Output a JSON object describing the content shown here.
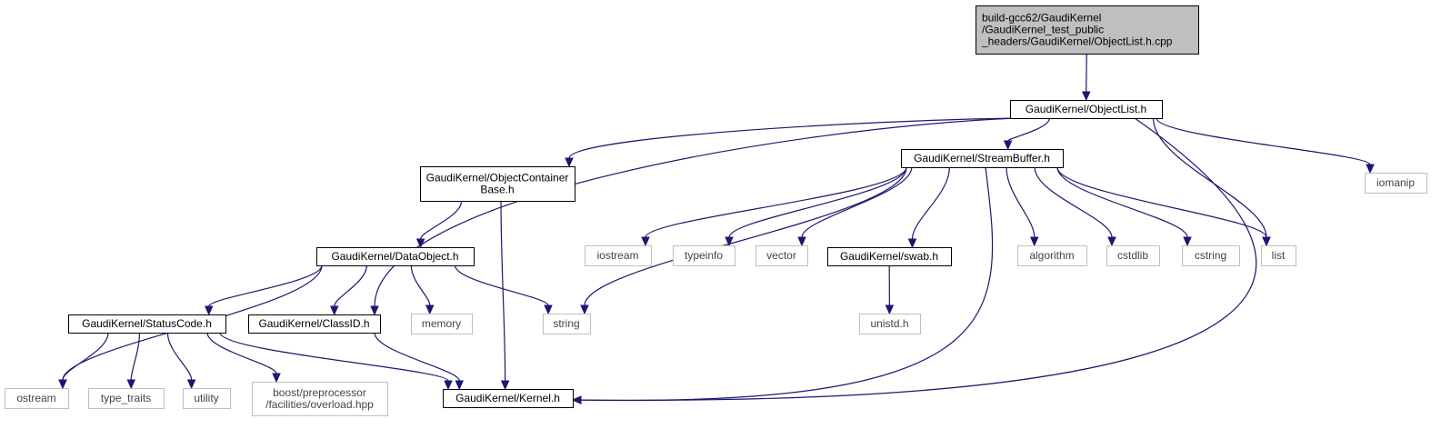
{
  "colors": {
    "edge": "#191970",
    "root_fill": "#bfbfbf",
    "node_border": "#000000",
    "external_border": "#bfbfbf",
    "text": "#000000"
  },
  "nodes": [
    {
      "id": "root",
      "kind": "root",
      "lines": [
        "build-gcc62/GaudiKernel",
        "/GaudiKernel_test_public",
        "_headers/GaudiKernel/ObjectList.h.cpp"
      ]
    },
    {
      "id": "objectlist",
      "kind": "internal",
      "lines": [
        "GaudiKernel/ObjectList.h"
      ]
    },
    {
      "id": "objcontainer",
      "kind": "internal",
      "lines": [
        "GaudiKernel/ObjectContainer",
        "Base.h"
      ]
    },
    {
      "id": "streambuffer",
      "kind": "internal",
      "lines": [
        "GaudiKernel/StreamBuffer.h"
      ]
    },
    {
      "id": "iomanip",
      "kind": "external",
      "lines": [
        "iomanip"
      ]
    },
    {
      "id": "dataobject",
      "kind": "internal",
      "lines": [
        "GaudiKernel/DataObject.h"
      ]
    },
    {
      "id": "iostream",
      "kind": "external",
      "lines": [
        "iostream"
      ]
    },
    {
      "id": "typeinfo",
      "kind": "external",
      "lines": [
        "typeinfo"
      ]
    },
    {
      "id": "vector",
      "kind": "external",
      "lines": [
        "vector"
      ]
    },
    {
      "id": "swab",
      "kind": "internal",
      "lines": [
        "GaudiKernel/swab.h"
      ]
    },
    {
      "id": "algorithm",
      "kind": "external",
      "lines": [
        "algorithm"
      ]
    },
    {
      "id": "cstdlib",
      "kind": "external",
      "lines": [
        "cstdlib"
      ]
    },
    {
      "id": "cstring",
      "kind": "external",
      "lines": [
        "cstring"
      ]
    },
    {
      "id": "list",
      "kind": "external",
      "lines": [
        "list"
      ]
    },
    {
      "id": "statuscode",
      "kind": "internal",
      "lines": [
        "GaudiKernel/StatusCode.h"
      ]
    },
    {
      "id": "classid",
      "kind": "internal",
      "lines": [
        "GaudiKernel/ClassID.h"
      ]
    },
    {
      "id": "memory",
      "kind": "external",
      "lines": [
        "memory"
      ]
    },
    {
      "id": "string",
      "kind": "external",
      "lines": [
        "string"
      ]
    },
    {
      "id": "unistd",
      "kind": "external",
      "lines": [
        "unistd.h"
      ]
    },
    {
      "id": "ostream",
      "kind": "external",
      "lines": [
        "ostream"
      ]
    },
    {
      "id": "typetraits",
      "kind": "external",
      "lines": [
        "type_traits"
      ]
    },
    {
      "id": "utility",
      "kind": "external",
      "lines": [
        "utility"
      ]
    },
    {
      "id": "boostpp",
      "kind": "external",
      "lines": [
        "boost/preprocessor",
        "/facilities/overload.hpp"
      ]
    },
    {
      "id": "kernel",
      "kind": "internal",
      "lines": [
        "GaudiKernel/Kernel.h"
      ]
    }
  ],
  "edges": [
    {
      "from": "root",
      "to": "objectlist"
    },
    {
      "from": "objectlist",
      "to": "objcontainer"
    },
    {
      "from": "objectlist",
      "to": "streambuffer"
    },
    {
      "from": "objectlist",
      "to": "iomanip"
    },
    {
      "from": "objectlist",
      "to": "list"
    },
    {
      "from": "objectlist",
      "to": "classid"
    },
    {
      "from": "objectlist",
      "to": "kernel"
    },
    {
      "from": "objcontainer",
      "to": "dataobject"
    },
    {
      "from": "objcontainer",
      "to": "kernel"
    },
    {
      "from": "streambuffer",
      "to": "string"
    },
    {
      "from": "streambuffer",
      "to": "iostream"
    },
    {
      "from": "streambuffer",
      "to": "typeinfo"
    },
    {
      "from": "streambuffer",
      "to": "vector"
    },
    {
      "from": "streambuffer",
      "to": "swab"
    },
    {
      "from": "streambuffer",
      "to": "algorithm"
    },
    {
      "from": "streambuffer",
      "to": "cstdlib"
    },
    {
      "from": "streambuffer",
      "to": "cstring"
    },
    {
      "from": "streambuffer",
      "to": "list"
    },
    {
      "from": "streambuffer",
      "to": "kernel"
    },
    {
      "from": "swab",
      "to": "unistd"
    },
    {
      "from": "dataobject",
      "to": "ostream"
    },
    {
      "from": "dataobject",
      "to": "statuscode"
    },
    {
      "from": "dataobject",
      "to": "classid"
    },
    {
      "from": "dataobject",
      "to": "memory"
    },
    {
      "from": "dataobject",
      "to": "string"
    },
    {
      "from": "statuscode",
      "to": "ostream"
    },
    {
      "from": "statuscode",
      "to": "typetraits"
    },
    {
      "from": "statuscode",
      "to": "utility"
    },
    {
      "from": "statuscode",
      "to": "boostpp"
    },
    {
      "from": "statuscode",
      "to": "kernel"
    },
    {
      "from": "classid",
      "to": "kernel"
    }
  ]
}
